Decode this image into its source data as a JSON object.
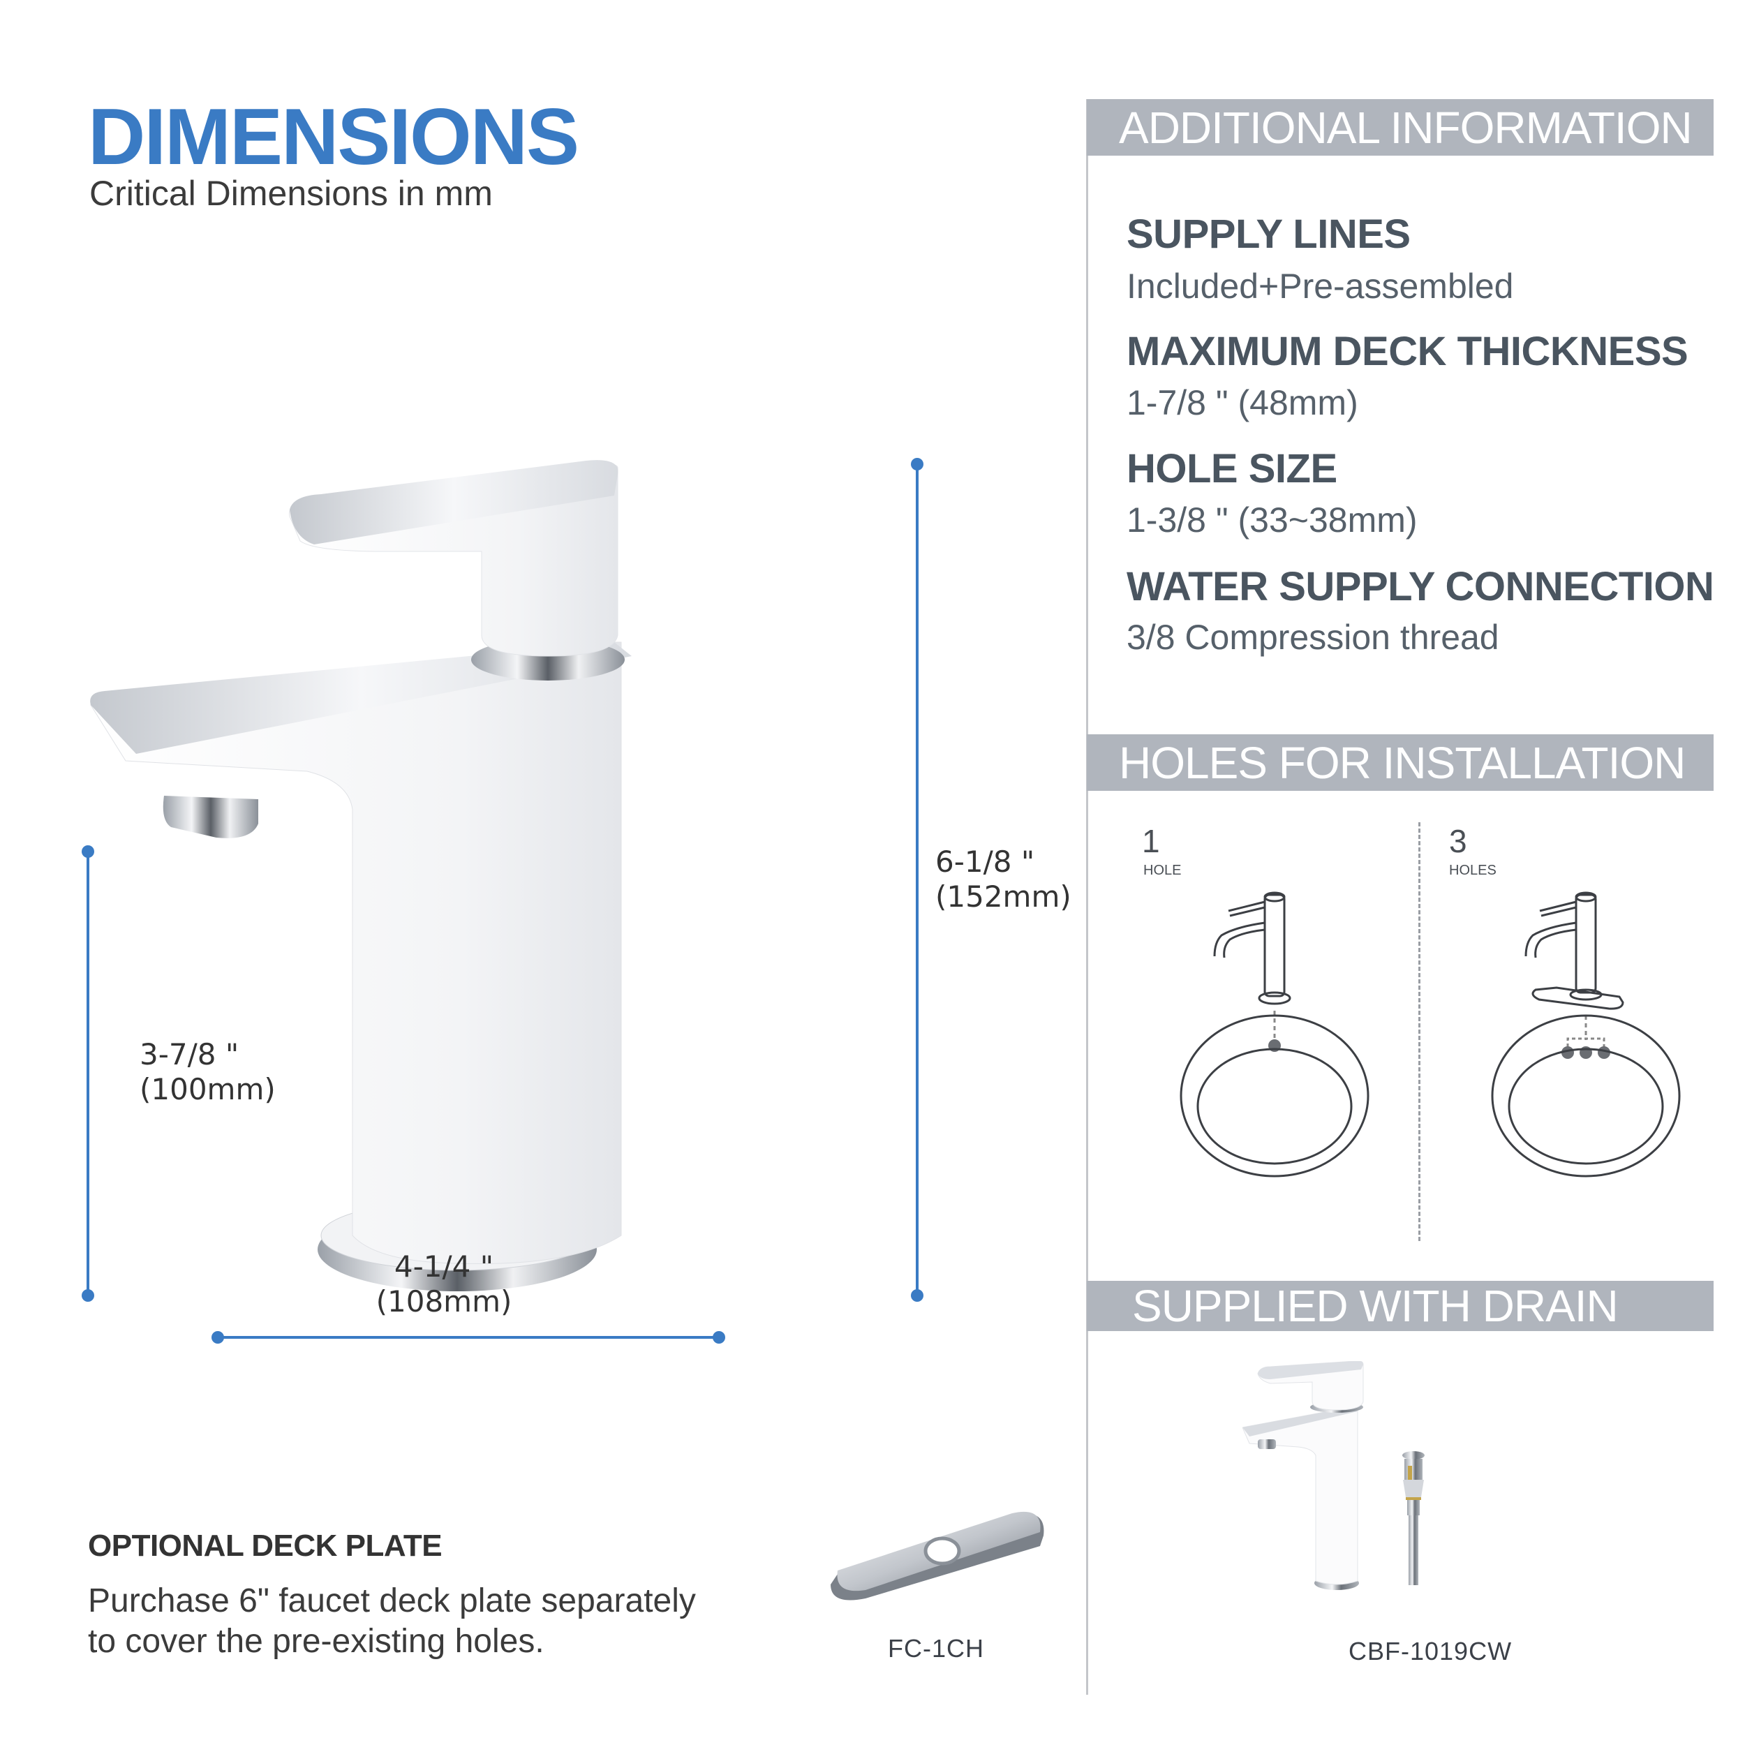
{
  "header": {
    "title": "DIMENSIONS",
    "subtitle": "Critical Dimensions in mm"
  },
  "dimensions": {
    "total_height": {
      "imperial": "6-1/8 \"",
      "metric": "(152mm)"
    },
    "spout_height": {
      "imperial": "3-7/8 \"",
      "metric": "(100mm)"
    },
    "spout_reach": {
      "imperial": "4-1/4 \"",
      "metric": "(108mm)"
    },
    "line_color": "#3a7bc4"
  },
  "additional_info": {
    "heading": "ADDITIONAL INFORMATION",
    "items": [
      {
        "label": "SUPPLY LINES",
        "value": "Included+Pre-assembled"
      },
      {
        "label": "MAXIMUM DECK THICKNESS",
        "value": "1-7/8 \" (48mm)"
      },
      {
        "label": "HOLE SIZE",
        "value": "1-3/8 \" (33~38mm)"
      },
      {
        "label": "WATER SUPPLY CONNECTION",
        "value": "3/8 Compression thread"
      }
    ]
  },
  "holes": {
    "heading": "HOLES FOR INSTALLATION",
    "options": [
      {
        "count": "1",
        "label": "HOLE"
      },
      {
        "count": "3",
        "label": "HOLES"
      }
    ]
  },
  "drain": {
    "heading": "SUPPLIED WITH DRAIN",
    "model": "CBF-1019CW"
  },
  "deck_plate": {
    "heading": "OPTIONAL DECK PLATE",
    "line1": "Purchase 6\" faucet deck plate separately",
    "line2": "to cover the pre-existing holes.",
    "model": "FC-1CH"
  },
  "colors": {
    "accent_blue": "#3a7bc4",
    "band_gray": "#b0b5bd",
    "heading_text": "#4a5560"
  }
}
